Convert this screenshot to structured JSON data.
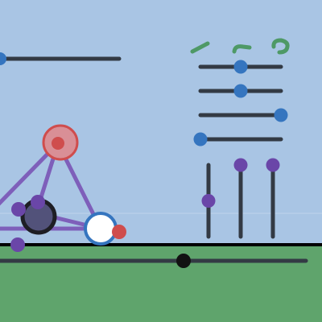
{
  "colors": {
    "sky": "#a9c5e4",
    "ground": "#5fa46c",
    "slider_track": "#333a44",
    "horizontal_knob": "#3575bf",
    "vertical_knob": "#6a46a8",
    "player_knob": "#121212",
    "glyph_green": "#4e9966",
    "red_node": "#cf4d4d",
    "purple_edge": "#7e5fba"
  },
  "top_left_slider": {
    "value": 0.0
  },
  "horizontal_sliders": [
    {
      "name": "h-slider-1",
      "value": 0.5
    },
    {
      "name": "h-slider-2",
      "value": 0.5
    },
    {
      "name": "h-slider-3",
      "value": 1.0
    },
    {
      "name": "h-slider-4",
      "value": 0.0
    }
  ],
  "vertical_sliders": [
    {
      "name": "v-slider-1",
      "value": 0.5
    },
    {
      "name": "v-slider-2",
      "value": 1.0
    },
    {
      "name": "v-slider-3",
      "value": 1.0
    }
  ],
  "ground_slider": {
    "value": 0.6
  },
  "glyph_labels": {
    "a": "/",
    "b": "ꝛ",
    "c": "c"
  },
  "figure": {
    "nodes": [
      "head",
      "left-hub",
      "right-hub",
      "far-left"
    ],
    "edges": 5
  }
}
